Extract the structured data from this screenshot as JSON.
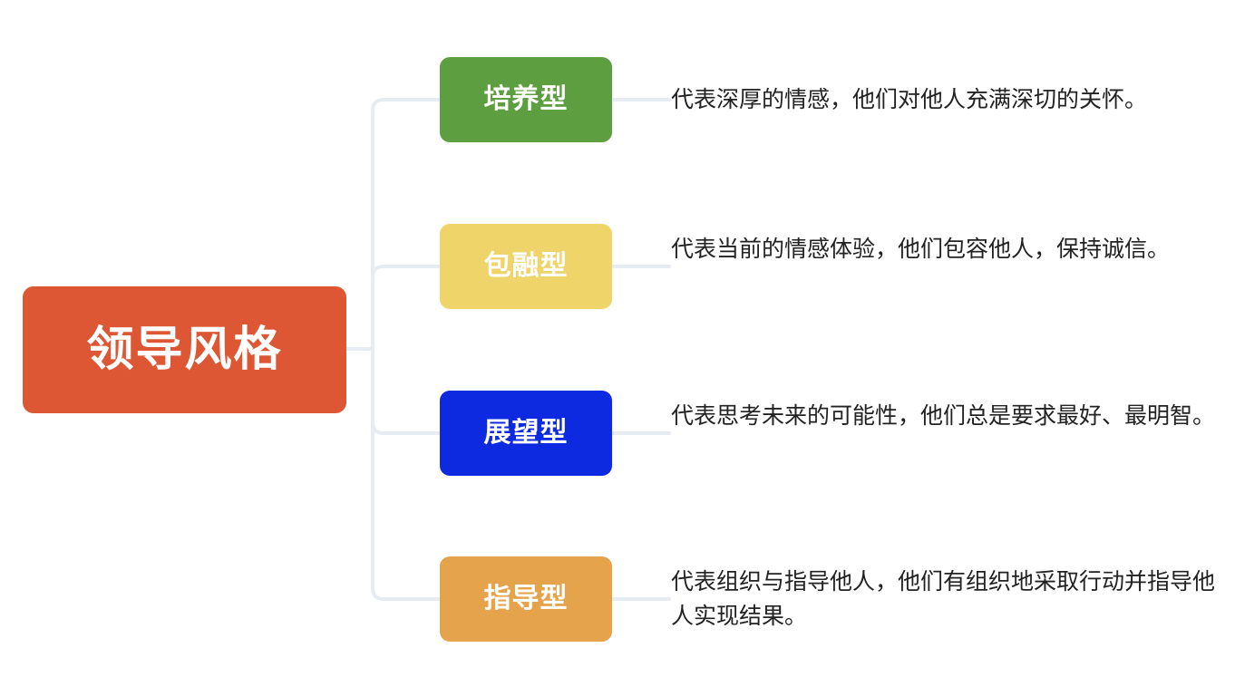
{
  "diagram": {
    "type": "mind-map",
    "background_color": "#ffffff",
    "connector_color": "#e6ecf2",
    "root": {
      "label": "领导风格",
      "color": "#dd5734",
      "text_color": "#ffffff"
    },
    "branches": [
      {
        "label": "培养型",
        "color": "#5d9e41",
        "text_color": "#ffffff",
        "description": "代表深厚的情感，他们对他人充满深切的关怀。"
      },
      {
        "label": "包融型",
        "color": "#efd469",
        "text_color": "#ffffff",
        "description": "代表当前的情感体验，他们包容他人，保持诚信。"
      },
      {
        "label": "展望型",
        "color": "#0d2ae0",
        "text_color": "#ffffff",
        "description": "代表思考未来的可能性，他们总是要求最好、最明智。"
      },
      {
        "label": "指导型",
        "color": "#e5a34c",
        "text_color": "#ffffff",
        "description": "代表组织与指导他人，他们有组织地采取行动并指导他人实现结果。"
      }
    ]
  }
}
